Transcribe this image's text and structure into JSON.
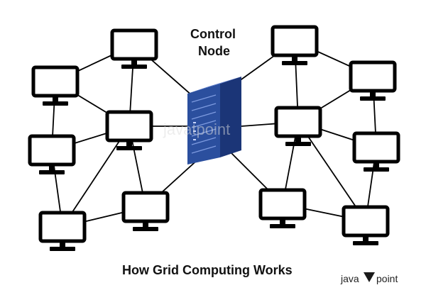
{
  "diagram": {
    "control_node_label_line1": "Control",
    "control_node_label_line2": "Node",
    "caption": "How Grid Computing Works",
    "brand": {
      "text_before": "java",
      "text_after": "point",
      "logo_color": "#1a1a1a"
    },
    "colors": {
      "server_front": "#2b4f9e",
      "server_side": "#1b3577",
      "server_top": "#5577c8",
      "monitor_border": "#000000",
      "link_line": "#000000"
    },
    "icons": {
      "control_node": "server-icon",
      "nodes": "monitor-icon"
    },
    "node_count": 12
  }
}
